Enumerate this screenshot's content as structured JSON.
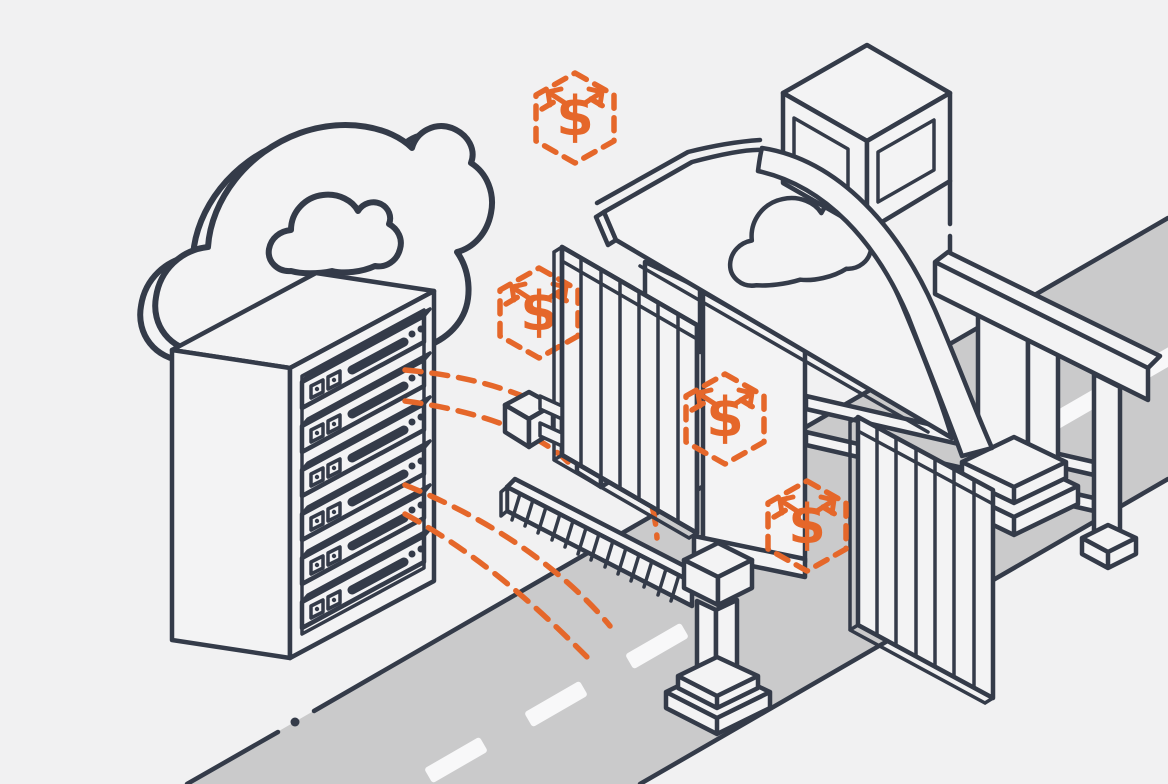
{
  "symbols": {
    "dollar": "$"
  },
  "colors": {
    "background": "#F1F1F2",
    "line": "#343B49",
    "accent": "#E5672A",
    "road": "#CACACB",
    "lane": "#F8F8F9",
    "fill": "#F3F3F4"
  },
  "scene": {
    "description": "Isometric line illustration: a cloud above a server rack sends dashed data streams through a cloud-branded toll gate with a boom barrier onto a highway; dashed cube icons with dollar signs float around the gate.",
    "icons": [
      "cloud-icon",
      "server-rack-icon",
      "dollar-cube-icon",
      "small-cube-icon",
      "toll-gate-icon",
      "toll-booth-icon",
      "boom-barrier-icon",
      "road-icon"
    ],
    "dollar_cube_count": 4,
    "server_unit_count": 6,
    "small_cube_count": 2,
    "lane_marking_count": 5,
    "data_stream_count": 4
  }
}
